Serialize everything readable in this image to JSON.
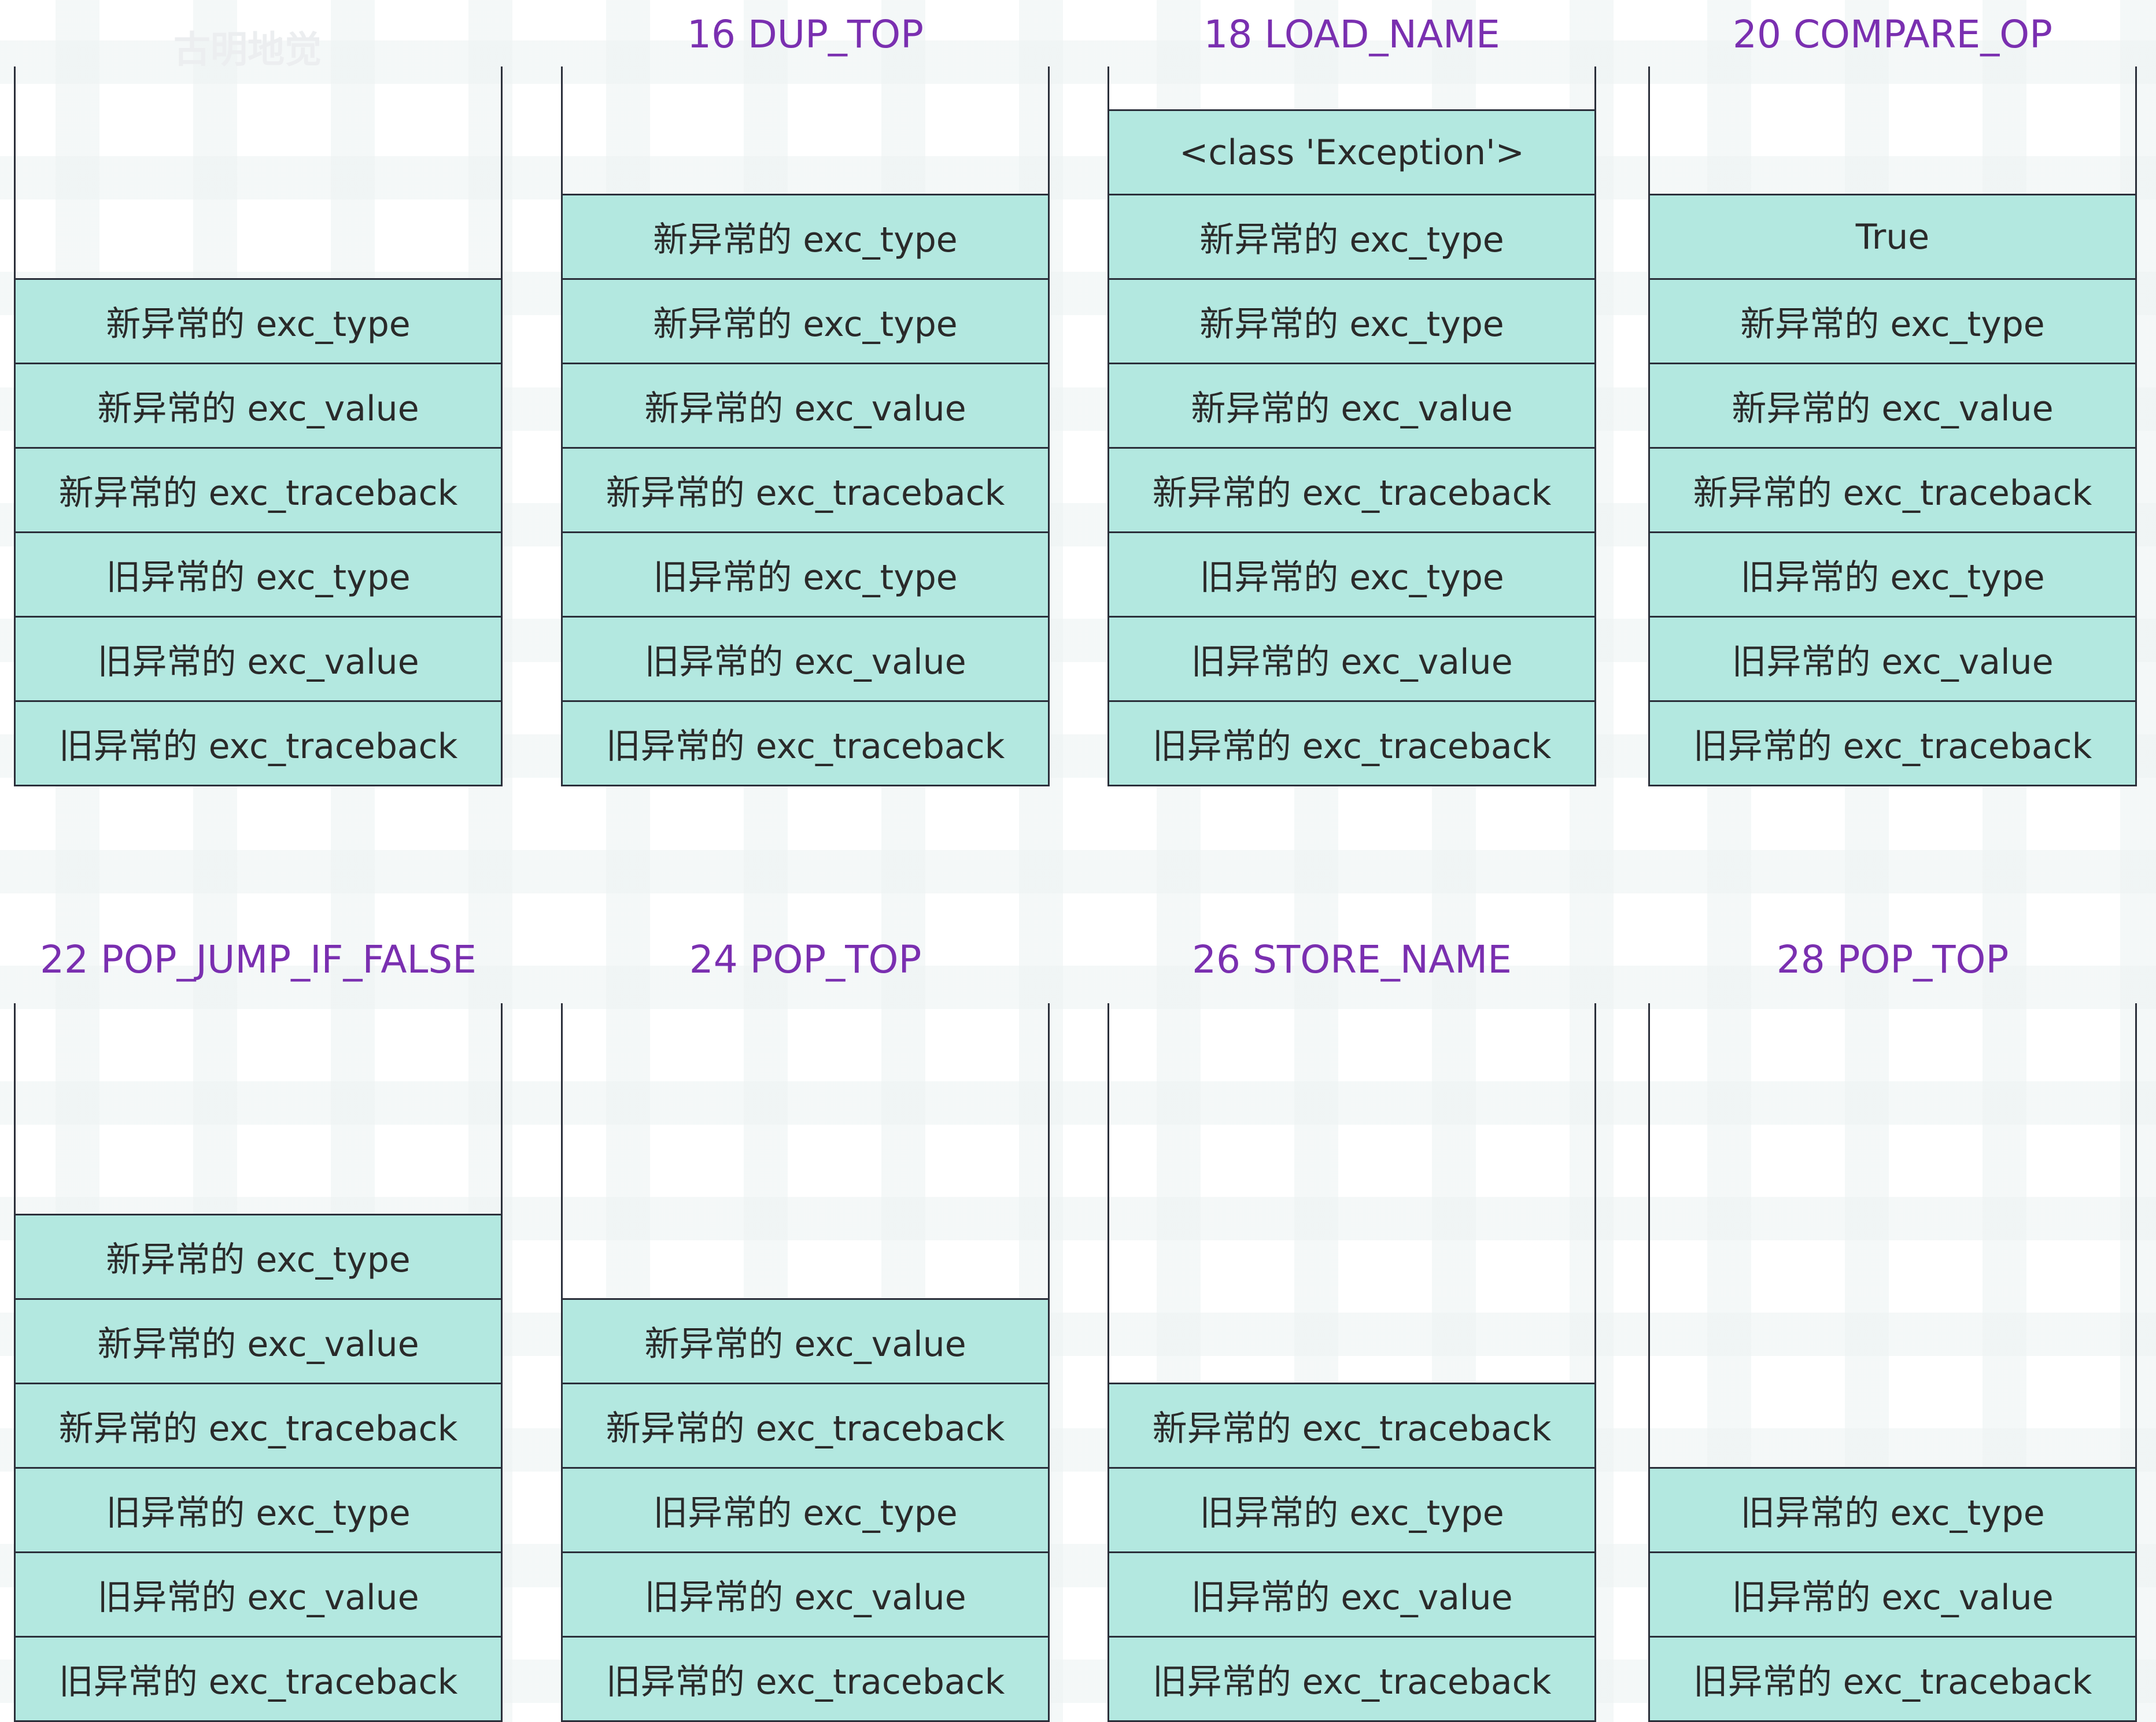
{
  "watermark": "古明地觉",
  "panels": [
    {
      "title": "",
      "cells": [
        "新异常的 exc_type",
        "新异常的 exc_value",
        "新异常的 exc_traceback",
        "旧异常的 exc_type",
        "旧异常的 exc_value",
        "旧异常的 exc_traceback"
      ]
    },
    {
      "title": "16 DUP_TOP",
      "cells": [
        "新异常的 exc_type",
        "新异常的 exc_type",
        "新异常的 exc_value",
        "新异常的 exc_traceback",
        "旧异常的 exc_type",
        "旧异常的 exc_value",
        "旧异常的 exc_traceback"
      ]
    },
    {
      "title": "18 LOAD_NAME",
      "cells": [
        "<class 'Exception'>",
        "新异常的 exc_type",
        "新异常的 exc_type",
        "新异常的 exc_value",
        "新异常的 exc_traceback",
        "旧异常的 exc_type",
        "旧异常的 exc_value",
        "旧异常的 exc_traceback"
      ]
    },
    {
      "title": "20 COMPARE_OP",
      "cells": [
        "True",
        "新异常的 exc_type",
        "新异常的 exc_value",
        "新异常的 exc_traceback",
        "旧异常的 exc_type",
        "旧异常的 exc_value",
        "旧异常的 exc_traceback"
      ]
    },
    {
      "title": "22 POP_JUMP_IF_FALSE",
      "cells": [
        "新异常的 exc_type",
        "新异常的 exc_value",
        "新异常的 exc_traceback",
        "旧异常的 exc_type",
        "旧异常的 exc_value",
        "旧异常的 exc_traceback"
      ]
    },
    {
      "title": "24 POP_TOP",
      "cells": [
        "新异常的 exc_value",
        "新异常的 exc_traceback",
        "旧异常的 exc_type",
        "旧异常的 exc_value",
        "旧异常的 exc_traceback"
      ]
    },
    {
      "title": "26 STORE_NAME",
      "cells": [
        "新异常的 exc_traceback",
        "旧异常的 exc_type",
        "旧异常的 exc_value",
        "旧异常的 exc_traceback"
      ]
    },
    {
      "title": "28 POP_TOP",
      "cells": [
        "旧异常的 exc_type",
        "旧异常的 exc_value",
        "旧异常的 exc_traceback"
      ]
    }
  ],
  "colors": {
    "cell_fill": "#b3e8e0",
    "border": "#2b2f3a",
    "title": "#7a2fb0"
  }
}
